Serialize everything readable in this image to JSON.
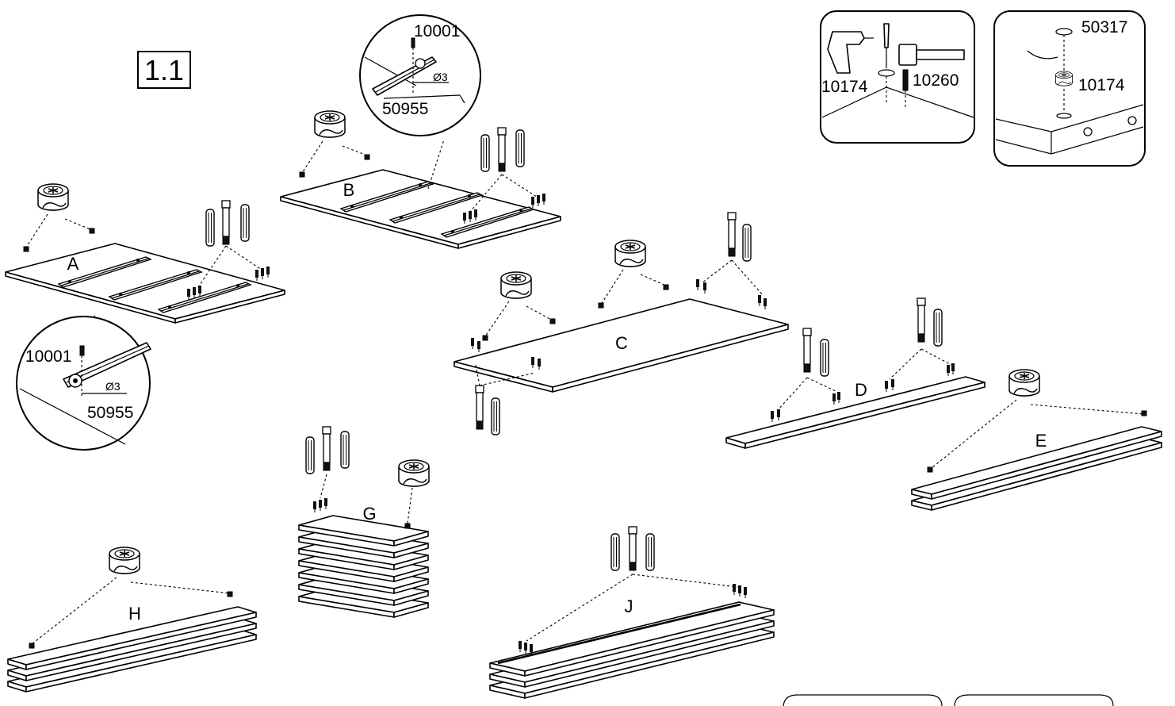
{
  "step_label": "1.1",
  "panels": [
    "A",
    "B",
    "C",
    "D",
    "E",
    "G",
    "H",
    "J"
  ],
  "callouts": {
    "top_screw_code": "10001",
    "top_diameter": "Ø3",
    "top_plate_code": "50955",
    "left_screw_code": "10001",
    "left_diameter": "Ø3",
    "left_plate_code": "50955"
  },
  "tool_box": {
    "drill_code": "10174",
    "cam_code": "10260"
  },
  "cap_box": {
    "cap_code": "50317",
    "cam_code": "10174"
  },
  "icons": [
    "cam-lock-icon",
    "cam-bolt-icon",
    "wood-dowel-icon",
    "screw-icon",
    "drawer-runner-icon",
    "drill-icon",
    "screwdriver-icon",
    "hammer-icon",
    "hand-icon",
    "cover-cap-icon"
  ]
}
